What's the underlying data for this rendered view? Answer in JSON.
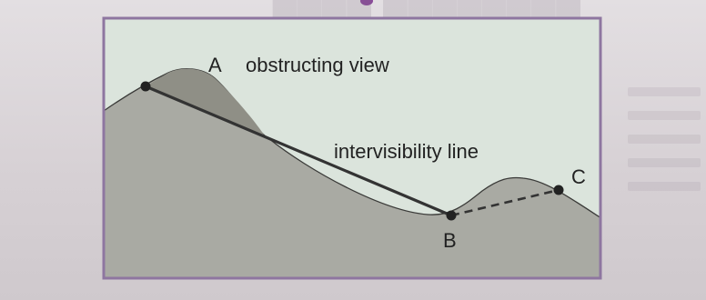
{
  "labels": {
    "a_title": "A",
    "a_caption": "obstructing view",
    "line_caption": "intervisibility line",
    "point_b": "B",
    "point_c": "C"
  },
  "colors": {
    "sky": "#dbe4dc",
    "ground": "#a9aaa3",
    "obstruction": "#8f8f86",
    "frame": "#8e76a0",
    "line": "#333333"
  }
}
